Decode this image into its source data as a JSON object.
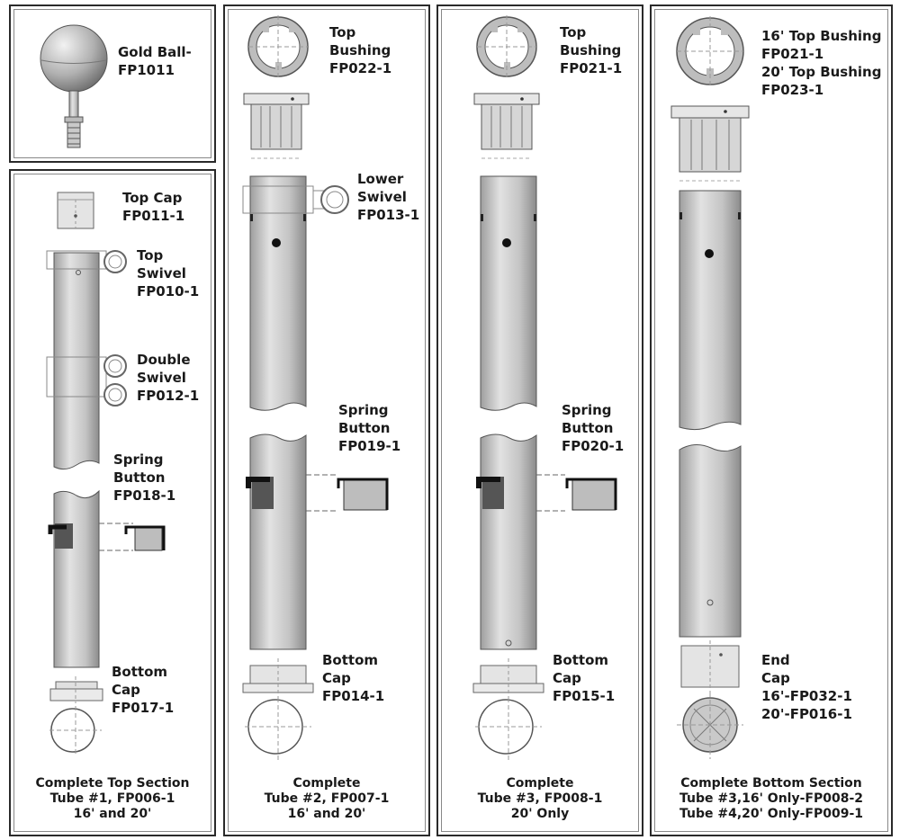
{
  "colors": {
    "tube": "#c9c9c9",
    "tube_shade": "#9a9a9a",
    "ink": "#1a1a1a",
    "ball": "#a8a8a8"
  },
  "panel1": {
    "gold_ball": "Gold Ball-\nFP1011"
  },
  "panel2": {
    "top_cap": "Top Cap\nFP011-1",
    "top_swivel": "Top\nSwivel\nFP010-1",
    "double_swivel": "Double\nSwivel\nFP012-1",
    "spring_button": "Spring\nButton\nFP018-1",
    "bottom_cap": "Bottom\nCap\nFP017-1",
    "caption": "Complete Top Section\nTube #1, FP006-1\n16' and 20'"
  },
  "panel3": {
    "top_bushing": "Top\nBushing\nFP022-1",
    "lower_swivel": "Lower\nSwivel\nFP013-1",
    "spring_button": "Spring\nButton\nFP019-1",
    "bottom_cap": "Bottom\nCap\nFP014-1",
    "caption": "Complete\nTube #2, FP007-1\n16' and 20'"
  },
  "panel4": {
    "top_bushing": "Top\nBushing\nFP021-1",
    "spring_button": "Spring\nButton\nFP020-1",
    "bottom_cap": "Bottom\nCap\nFP015-1",
    "caption": "Complete\nTube #3, FP008-1\n20' Only"
  },
  "panel5": {
    "top_bushing": "16' Top Bushing\nFP021-1\n20' Top Bushing\nFP023-1",
    "end_cap": "End\nCap\n16'-FP032-1\n20'-FP016-1",
    "caption": "Complete Bottom Section\nTube #3,16' Only-FP008-2\nTube #4,20' Only-FP009-1"
  }
}
